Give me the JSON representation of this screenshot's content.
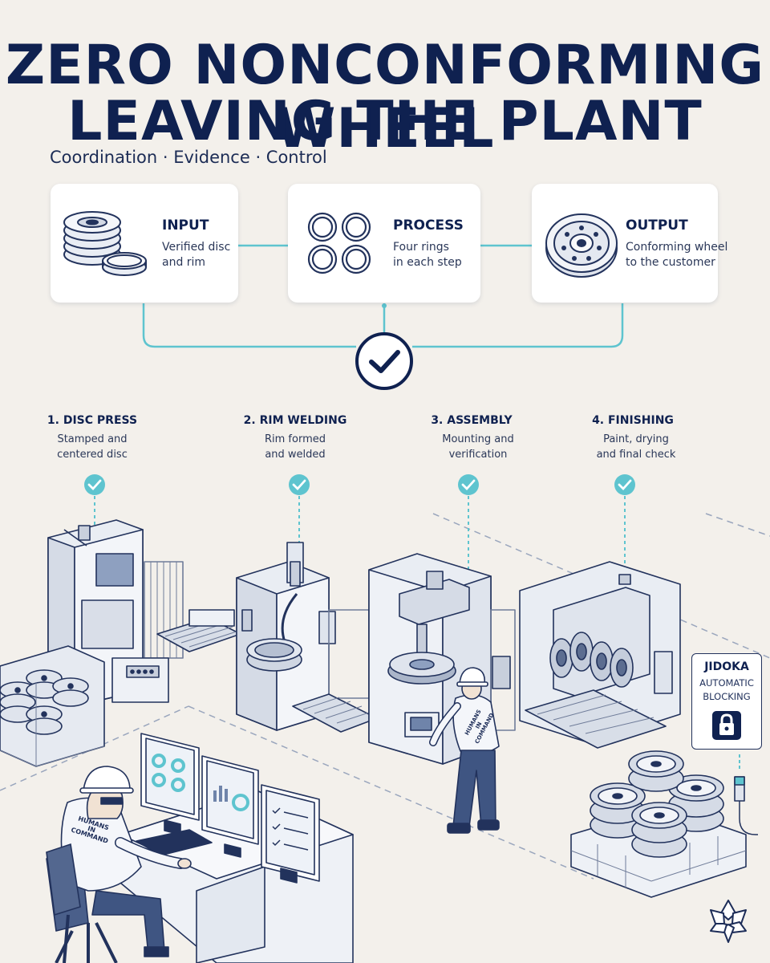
{
  "header": {
    "title_line1": "ZERO NONCONFORMING WHEEL",
    "title_line2": "LEAVING THE PLANT",
    "subtitle": "Coordination · Evidence · Control"
  },
  "flow": [
    {
      "title": "INPUT",
      "text_line1": "Verified disc",
      "text_line2": "and rim",
      "icon": "disc-and-rim-icon"
    },
    {
      "title": "PROCESS",
      "text_line1": "Four rings",
      "text_line2": "in each step",
      "icon": "four-rings-icon"
    },
    {
      "title": "OUTPUT",
      "text_line1": "Conforming wheel",
      "text_line2": "to the customer",
      "icon": "steel-wheel-icon"
    }
  ],
  "steps": [
    {
      "title": "1. DISC PRESS",
      "text_line1": "Stamped and",
      "text_line2": "centered disc"
    },
    {
      "title": "2. RIM WELDING",
      "text_line1": "Rim formed",
      "text_line2": "and welded"
    },
    {
      "title": "3. ASSEMBLY",
      "text_line1": "Mounting and",
      "text_line2": "verification"
    },
    {
      "title": "4. FINISHING",
      "text_line1": "Paint, drying",
      "text_line2": "and final check"
    }
  ],
  "jidoka": {
    "title": "JIDOKA",
    "line1": "AUTOMATIC",
    "line2": "BLOCKING",
    "icon": "padlock-icon"
  },
  "operators": {
    "shirt_line1": "HUMANS",
    "shirt_line2": "IN COMMAND"
  },
  "colors": {
    "navy": "#0f2150",
    "teal": "#5ec4cf",
    "background": "#f3f0eb",
    "card": "#ffffff"
  }
}
